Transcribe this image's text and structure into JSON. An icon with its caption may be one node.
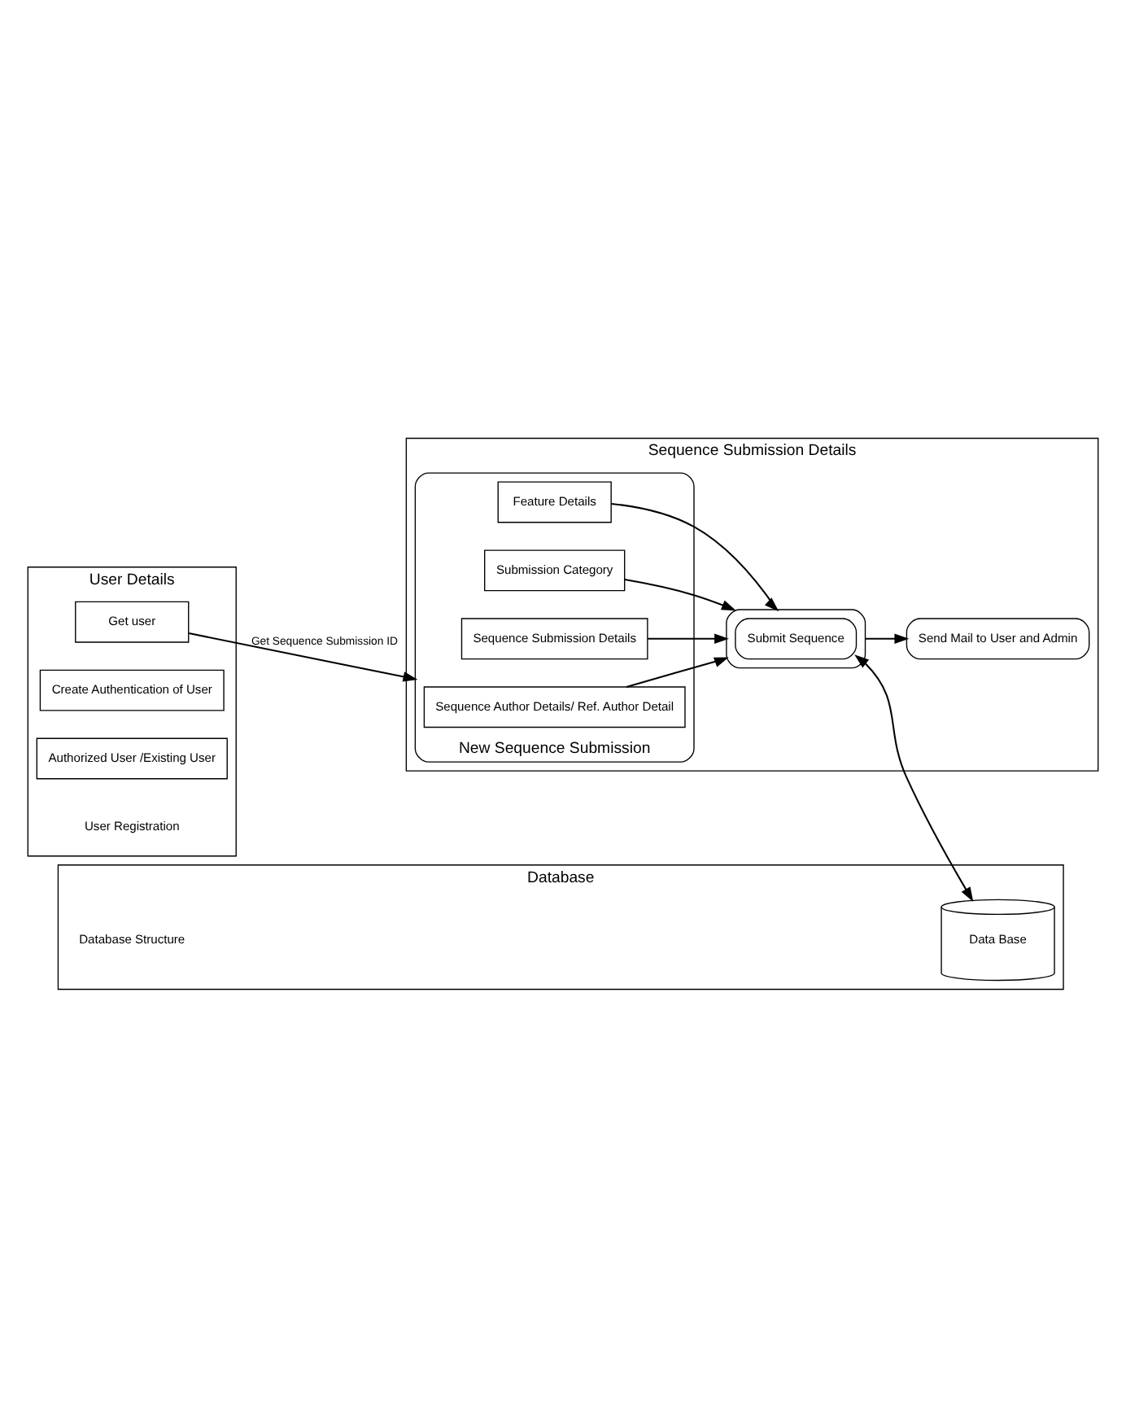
{
  "diagram": {
    "nodes": [
      {
        "text": [
          "User Details"
        ]
      },
      {
        "text": [
          "Sequence Submission Details"
        ]
      },
      {
        "text": [
          "Database"
        ]
      },
      {
        "text": [
          "Get user"
        ],
        "in": 0
      },
      {
        "text": [
          "Create Authentication of User"
        ],
        "in": 0
      },
      {
        "text": [
          "Authorized User /Existing User"
        ],
        "in": 0
      },
      {
        "text": [
          "New Sequence Submission"
        ],
        "in": 1
      },
      {
        "text": [
          "Sequence Author Details/ Ref. Author Detail"
        ],
        "in": 6
      },
      {
        "text": [
          "Sequence Submission Details"
        ],
        "in": 6
      },
      {
        "text": [
          "Submission Category"
        ],
        "in": 6
      },
      {
        "text": [
          "Feature Details"
        ],
        "in": 6
      },
      {
        "text": [],
        "shape": "box",
        "in": 1
      },
      {
        "text": [
          "Submit Sequence"
        ],
        "in": 11
      },
      {
        "text": [
          "Send Mail to User and Admin"
        ],
        "in": 1
      },
      {
        "text": [
          "Data Base"
        ],
        "in": 2
      }
    ],
    "edges": [
      {
        "from": 3,
        "to": 6,
        "arrow": "to",
        "label": "Get Sequence Submission ID"
      },
      {
        "from": 7,
        "to": 11,
        "arrow": "to"
      },
      {
        "from": 8,
        "to": 11,
        "arrow": "to"
      },
      {
        "from": 9,
        "to": 11,
        "arrow": "to"
      },
      {
        "from": 10,
        "to": 11,
        "arrow": "to"
      },
      {
        "from": 12,
        "to": 14,
        "arrow": "both"
      },
      {
        "from": 11,
        "to": 13,
        "arrow": "to"
      }
    ],
    "labels": [
      "User Registration",
      "Database Structure"
    ]
  }
}
